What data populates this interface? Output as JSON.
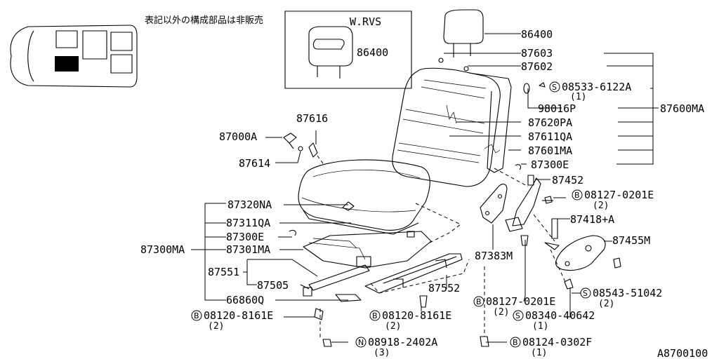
{
  "header_note": "表記以外の構成部品は非販売",
  "inset_label": "W.RVS",
  "figure_code": "A8700100",
  "callouts": [
    {
      "id": "86400_top",
      "text": "86400"
    },
    {
      "id": "86400_inset",
      "text": "86400"
    },
    {
      "id": "87603",
      "text": "87603"
    },
    {
      "id": "87602",
      "text": "87602"
    },
    {
      "id": "08533",
      "prefix": "S",
      "text": "08533-6122A",
      "qty": "(1)"
    },
    {
      "id": "98016P",
      "text": "98016P"
    },
    {
      "id": "87600MA",
      "text": "87600MA"
    },
    {
      "id": "87620PA",
      "text": "87620PA"
    },
    {
      "id": "87611QA",
      "text": "87611QA"
    },
    {
      "id": "87601MA",
      "text": "87601MA"
    },
    {
      "id": "87300E_back",
      "text": "87300E"
    },
    {
      "id": "87452",
      "text": "87452"
    },
    {
      "id": "08127_top",
      "prefix": "B",
      "text": "08127-0201E",
      "qty": "(2)"
    },
    {
      "id": "87418A",
      "text": "87418+A"
    },
    {
      "id": "87455M",
      "text": "87455M"
    },
    {
      "id": "87616",
      "text": "87616"
    },
    {
      "id": "87000A",
      "text": "87000A"
    },
    {
      "id": "87614",
      "text": "87614"
    },
    {
      "id": "87320NA",
      "text": "87320NA"
    },
    {
      "id": "87311QA",
      "text": "87311QA"
    },
    {
      "id": "87300E_cush",
      "text": "87300E"
    },
    {
      "id": "87301MA",
      "text": "87301MA"
    },
    {
      "id": "87300MA",
      "text": "87300MA"
    },
    {
      "id": "87551",
      "text": "87551"
    },
    {
      "id": "87505",
      "text": "87505"
    },
    {
      "id": "66860Q",
      "text": "66860Q"
    },
    {
      "id": "87383M",
      "text": "87383M"
    },
    {
      "id": "87552",
      "text": "87552"
    },
    {
      "id": "08543",
      "prefix": "S",
      "text": "08543-51042",
      "qty": "(2)"
    },
    {
      "id": "08127_bot",
      "prefix": "B",
      "text": "08127-0201E",
      "qty": "(2)"
    },
    {
      "id": "08340",
      "prefix": "S",
      "text": "08340-40642",
      "qty": "(1)"
    },
    {
      "id": "08120_left",
      "prefix": "B",
      "text": "08120-8161E",
      "qty": "(2)"
    },
    {
      "id": "08120_mid",
      "prefix": "B",
      "text": "08120-8161E",
      "qty": "(2)"
    },
    {
      "id": "08918",
      "prefix": "N",
      "text": "08918-2402A",
      "qty": "(3)"
    },
    {
      "id": "08124",
      "prefix": "B",
      "text": "08124-0302F",
      "qty": "(1)"
    }
  ]
}
